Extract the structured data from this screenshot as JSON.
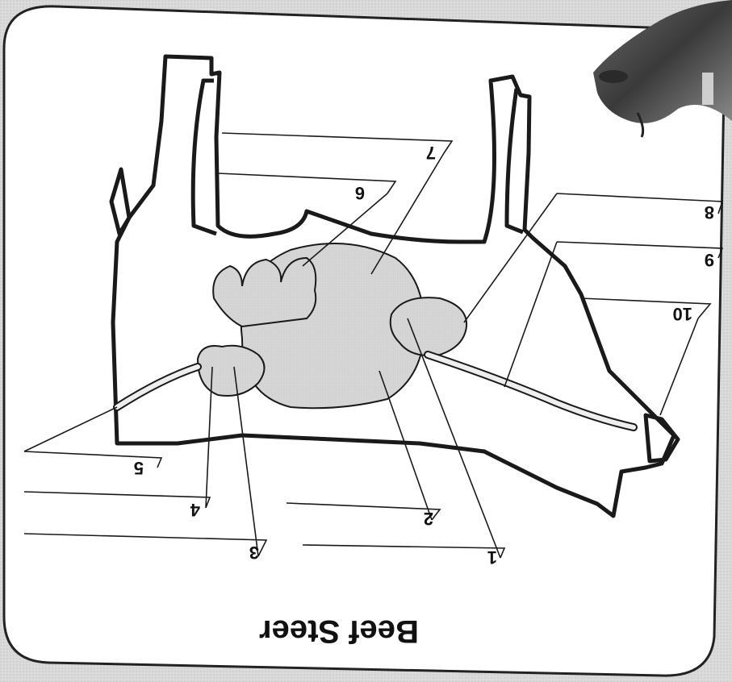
{
  "title": "Beef Steer",
  "labels": [
    "1",
    "2",
    "3",
    "4",
    "5",
    "6",
    "7",
    "8",
    "9",
    "10"
  ]
}
